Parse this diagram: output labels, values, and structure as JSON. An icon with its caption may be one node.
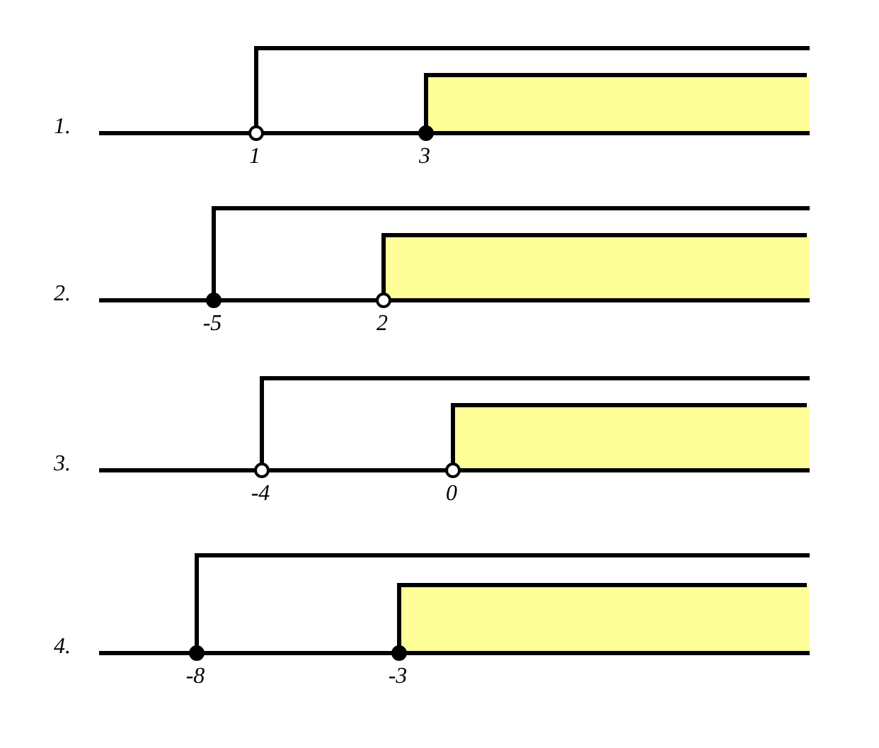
{
  "diagram": {
    "labels": [
      "1.",
      "1",
      "3",
      "2.",
      "-5",
      "2",
      "3.",
      "-4",
      "0",
      "4.",
      "-8",
      "-3"
    ]
  }
}
